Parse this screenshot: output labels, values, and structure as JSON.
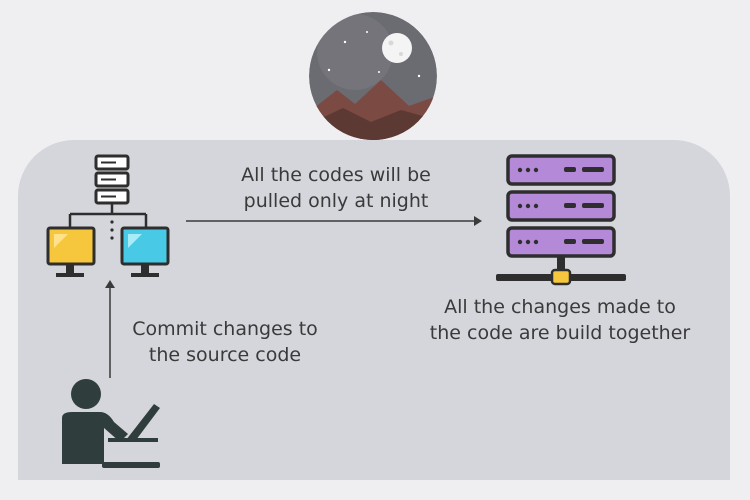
{
  "labels": {
    "pulled_line1": "All the codes will be",
    "pulled_line2": "pulled only at night",
    "build_line1": "All the changes made to",
    "build_line2": "the code are build together",
    "commit_line1": "Commit changes to",
    "commit_line2": "the source code"
  },
  "icons": [
    "night-moon-icon",
    "network-computers-icon",
    "build-server-icon",
    "developer-laptop-icon"
  ],
  "colors": {
    "panel": "#d5d6dc",
    "server_purple": "#b48ad8",
    "monitor_yellow": "#f6c63c",
    "monitor_cyan": "#48c9e6",
    "developer": "#2f3e3c"
  }
}
